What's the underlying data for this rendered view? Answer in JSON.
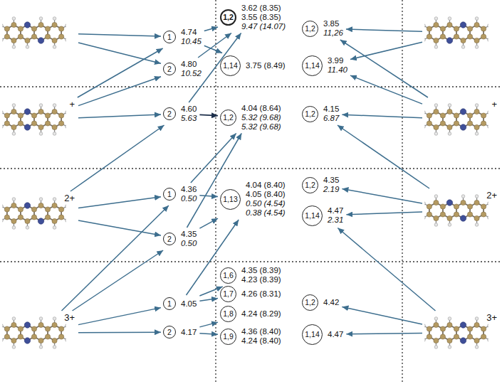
{
  "diagram": {
    "nodes": [
      {
        "text": []
      },
      {
        "text": [
          "1",
          "4.74",
          "10.45"
        ]
      },
      {
        "text": [
          "2",
          "4.80",
          "10.52"
        ]
      },
      {
        "text": [
          "1,2",
          "3.62 (8.35)",
          "3.55 (8.35)",
          "9.47 (14.07)"
        ]
      },
      {
        "text": [
          "1,14",
          "3.75 (8.49)"
        ]
      },
      {
        "text": [
          "1,2",
          "3.85",
          "11,26"
        ]
      },
      {
        "text": [
          "1,14",
          "3.99",
          "11.40"
        ]
      },
      {
        "text": []
      },
      {
        "text": [
          "+"
        ]
      },
      {
        "text": [
          "2",
          "4.60",
          "5.63"
        ]
      },
      {
        "text": [
          "1,2",
          "4.04 (8.64)",
          "5.32 (9.68)",
          "5.32 (9.68)"
        ]
      },
      {
        "text": [
          "1,2",
          "4.15",
          "6.87"
        ]
      },
      {
        "text": [
          "+"
        ]
      },
      {
        "text": [
          "2+"
        ]
      },
      {
        "text": [
          "1",
          "4.36",
          "0.50"
        ]
      },
      {
        "text": [
          "2",
          "4.35",
          "0.50"
        ]
      },
      {
        "text": [
          "1,13",
          "4.04 (8.40)",
          "4.05 (8.40)",
          "0.50 (4.54)",
          "0.38 (4.54)"
        ]
      },
      {
        "text": [
          "1,2",
          "4.35",
          "2.19"
        ]
      },
      {
        "text": [
          "1,14",
          "4.47",
          "2.31"
        ]
      },
      {
        "text": [
          "2+"
        ]
      },
      {
        "text": [
          "3+"
        ]
      },
      {
        "text": [
          "1",
          "4.05"
        ]
      },
      {
        "text": [
          "2",
          "4.17"
        ]
      },
      {
        "text": [
          "1,6",
          "4.35 (8.39)",
          "4.23 (8.39)"
        ]
      },
      {
        "text": [
          "1,7",
          "4.26 (8.31)"
        ]
      },
      {
        "text": [
          "1,8",
          "4.24 (8.29)"
        ]
      },
      {
        "text": [
          "1,9",
          "4.36 (8.40)",
          "4.24 (8.40)"
        ]
      },
      {
        "text": [
          "1,2",
          "4.42"
        ]
      },
      {
        "text": [
          "1,14",
          "4.47"
        ]
      },
      {
        "text": [
          "3+"
        ]
      }
    ],
    "edges": [
      {
        "from": 0,
        "to": 1,
        "arrow": "to"
      },
      {
        "from": 0,
        "to": 2,
        "arrow": "to"
      },
      {
        "from": 8,
        "to": 1,
        "arrow": "to"
      },
      {
        "from": 8,
        "to": 2,
        "arrow": "to"
      },
      {
        "from": 8,
        "to": 9,
        "arrow": "to"
      },
      {
        "from": 13,
        "to": 9,
        "arrow": "to"
      },
      {
        "from": 13,
        "to": 14,
        "arrow": "to"
      },
      {
        "from": 13,
        "to": 15,
        "arrow": "to"
      },
      {
        "from": 20,
        "to": 14,
        "arrow": "to"
      },
      {
        "from": 20,
        "to": 15,
        "arrow": "to"
      },
      {
        "from": 20,
        "to": 21,
        "arrow": "to"
      },
      {
        "from": 20,
        "to": 22,
        "arrow": "to"
      },
      {
        "from": 1,
        "to": 3,
        "arrow": "to"
      },
      {
        "from": 1,
        "to": 4,
        "arrow": "to"
      },
      {
        "from": 2,
        "to": 3,
        "arrow": "to"
      },
      {
        "from": 9,
        "to": 3,
        "arrow": "to"
      },
      {
        "from": 9,
        "to": 10,
        "arrow": "to"
      },
      {
        "from": 14,
        "to": 10,
        "arrow": "to"
      },
      {
        "from": 14,
        "to": 16,
        "arrow": "to"
      },
      {
        "from": 15,
        "to": 10,
        "arrow": "to"
      },
      {
        "from": 15,
        "to": 16,
        "arrow": "to"
      },
      {
        "from": 21,
        "to": 16,
        "arrow": "to"
      },
      {
        "from": 21,
        "to": 23,
        "arrow": "to"
      },
      {
        "from": 21,
        "to": 24,
        "arrow": "to"
      },
      {
        "from": 22,
        "to": 25,
        "arrow": "to"
      },
      {
        "from": 22,
        "to": 26,
        "arrow": "to"
      },
      {
        "from": 7,
        "to": 5,
        "arrow": "to"
      },
      {
        "from": 7,
        "to": 6,
        "arrow": "to"
      },
      {
        "from": 12,
        "to": 5,
        "arrow": "to"
      },
      {
        "from": 12,
        "to": 6,
        "arrow": "to"
      },
      {
        "from": 12,
        "to": 11,
        "arrow": "to"
      },
      {
        "from": 19,
        "to": 11,
        "arrow": "to"
      },
      {
        "from": 19,
        "to": 17,
        "arrow": "to"
      },
      {
        "from": 19,
        "to": 18,
        "arrow": "to"
      },
      {
        "from": 29,
        "to": 18,
        "arrow": "to"
      },
      {
        "from": 29,
        "to": 27,
        "arrow": "to"
      },
      {
        "from": 29,
        "to": 28,
        "arrow": "to"
      }
    ]
  }
}
